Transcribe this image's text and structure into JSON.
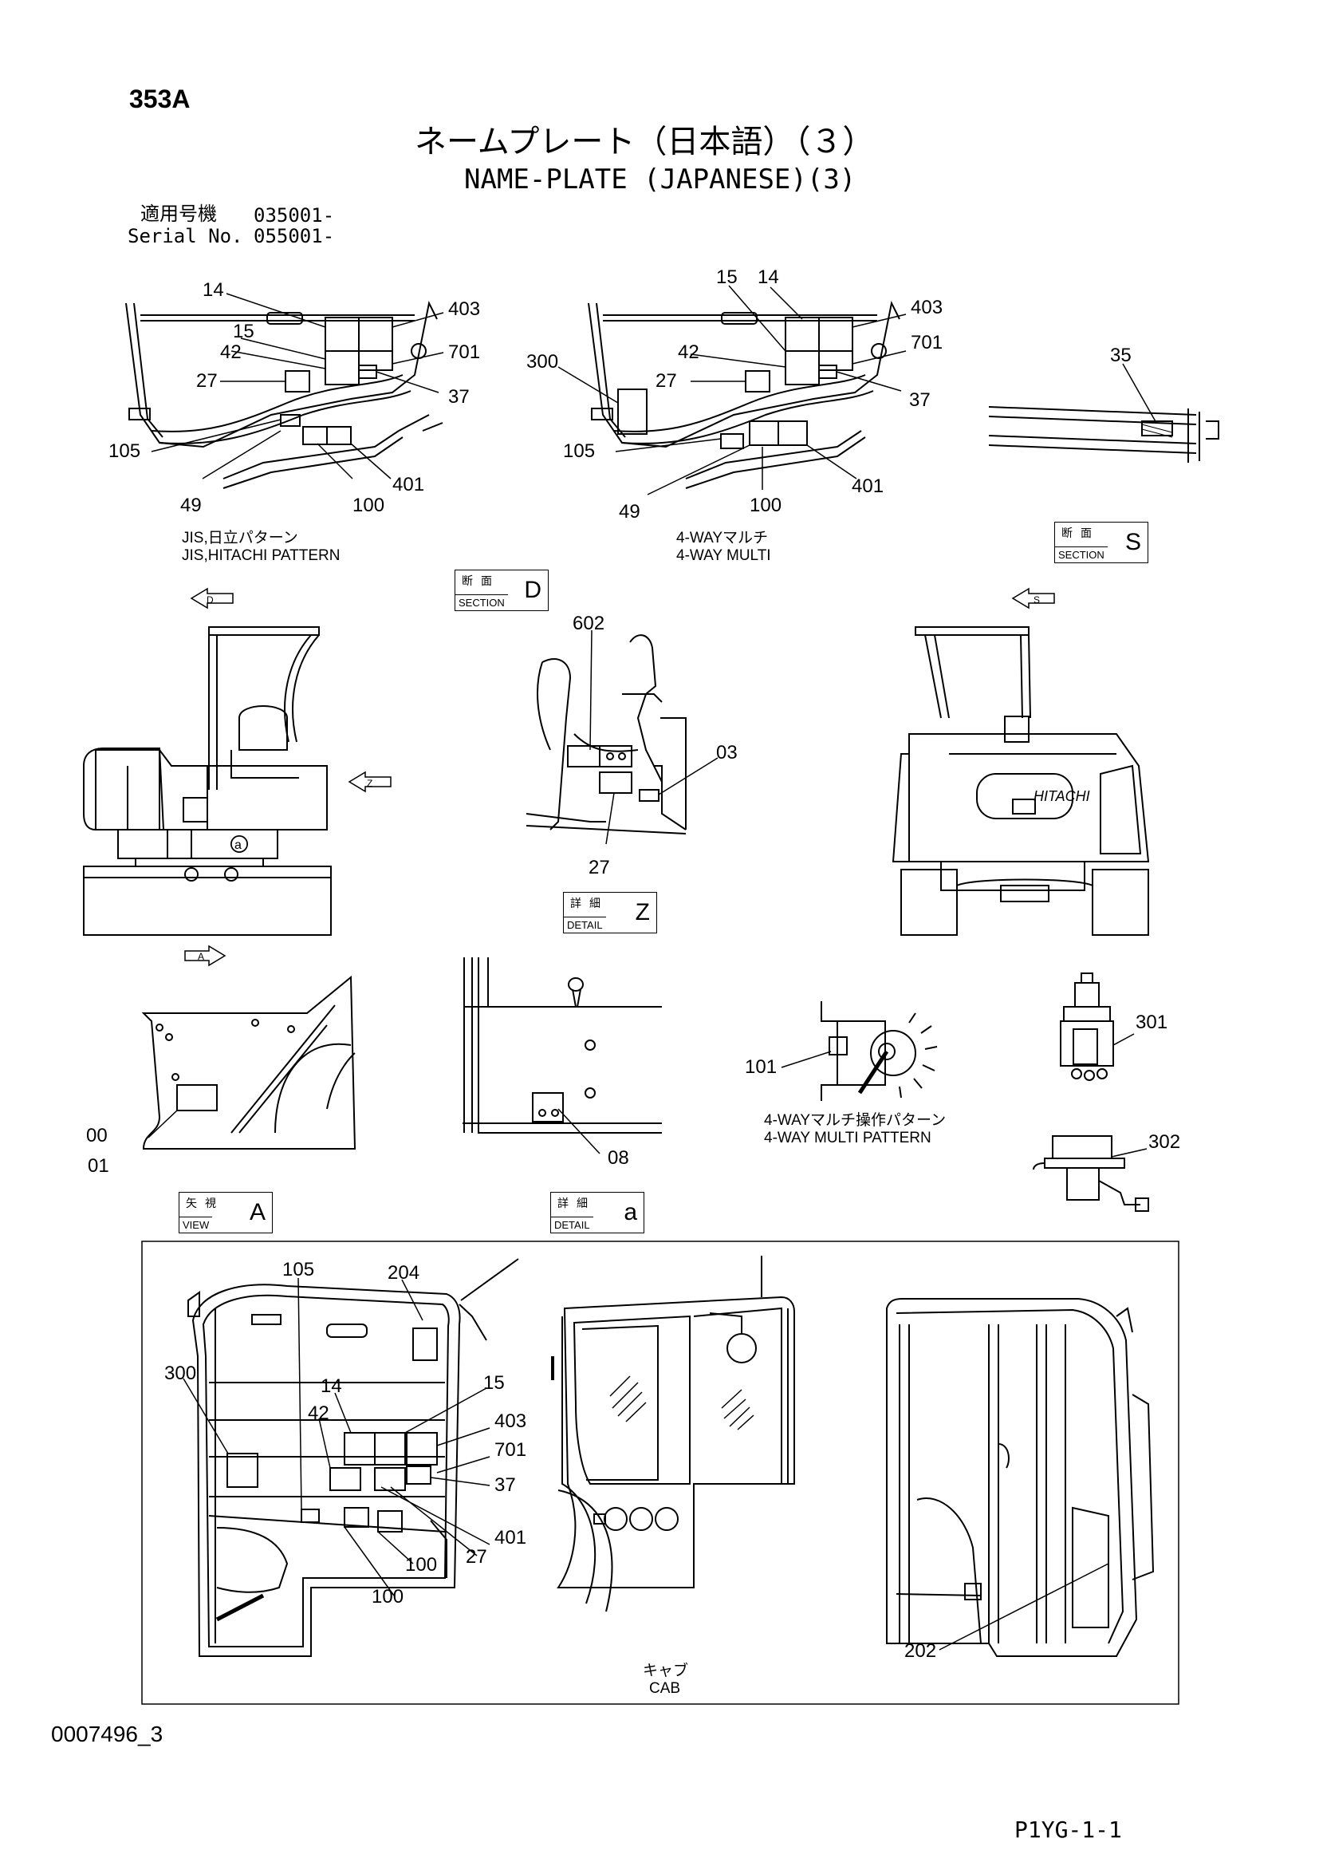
{
  "header": {
    "section_code": "353A",
    "title_jp": "ネームプレート（日本語）（３）",
    "title_en": "NAME-PLATE (JAPANESE)(3)",
    "serial_label_jp": "適用号機",
    "serial_value_jp": "035001-",
    "serial_label_en": "Serial No.",
    "serial_value_en": "055001-"
  },
  "panels": {
    "jis": {
      "caption_jp": "JIS,日立パターン",
      "caption_en": "JIS,HITACHI PATTERN",
      "labels": [
        "14",
        "15",
        "42",
        "27",
        "403",
        "701",
        "37",
        "105",
        "49",
        "100",
        "401"
      ]
    },
    "fourway": {
      "caption_jp": "4-WAYマルチ",
      "caption_en": "4-WAY MULTI",
      "labels": [
        "15",
        "14",
        "403",
        "701",
        "300",
        "42",
        "27",
        "37",
        "105",
        "49",
        "100",
        "401"
      ]
    },
    "rod": {
      "labels": [
        "35"
      ]
    },
    "control": {
      "labels": [
        "602",
        "03",
        "27"
      ]
    },
    "viewA": {
      "labels": [
        "00",
        "01"
      ]
    },
    "detail_a": {
      "labels": [
        "08"
      ]
    },
    "pattern": {
      "caption_jp": "4-WAYマルチ操作パターン",
      "caption_en": "4-WAY MULTI PATTERN",
      "labels": [
        "101"
      ]
    },
    "parts": {
      "labels": [
        "301",
        "302"
      ]
    },
    "cab": {
      "caption_jp": "キャブ",
      "caption_en": "CAB",
      "labels": [
        "105",
        "204",
        "300",
        "14",
        "15",
        "42",
        "403",
        "701",
        "37",
        "401",
        "27",
        "100",
        "100",
        "202"
      ]
    }
  },
  "tags": {
    "section_s": {
      "jp": "断面",
      "en": "SECTION",
      "letter": "S"
    },
    "section_d": {
      "jp": "断面",
      "en": "SECTION",
      "letter": "D"
    },
    "detail_z": {
      "jp": "詳細",
      "en": "DETAIL",
      "letter": "Z"
    },
    "view_a": {
      "jp": "矢視",
      "en": "VIEW",
      "letter": "A"
    },
    "detail_a": {
      "jp": "詳細",
      "en": "DETAIL",
      "letter": "a"
    }
  },
  "arrows": {
    "d": "D",
    "s": "S",
    "z": "Z",
    "a": "A"
  },
  "inline_marks": {
    "hitachi": "HITACHI",
    "small_a": "a"
  },
  "footer": {
    "doc_id": "0007496_3",
    "page_code": "P1YG-1-1"
  }
}
